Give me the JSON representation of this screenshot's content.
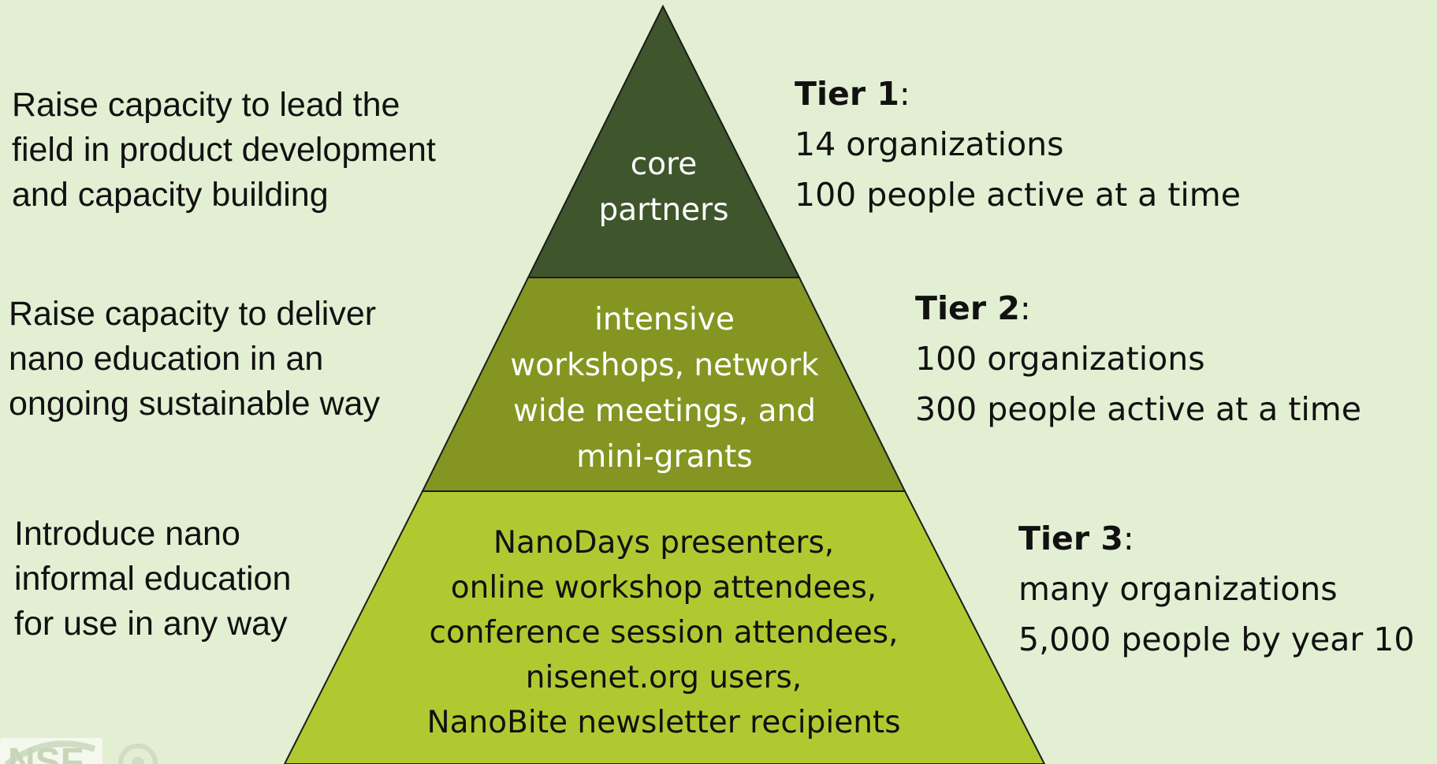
{
  "left_goals": {
    "tier1": [
      "Raise capacity to lead the",
      "field in product development",
      "and capacity building"
    ],
    "tier2": [
      "Raise capacity to deliver",
      "nano education in an",
      "ongoing sustainable way"
    ],
    "tier3": [
      "Introduce nano",
      "informal education",
      "for use in any way"
    ]
  },
  "pyramid": {
    "tier1": [
      "core",
      "partners"
    ],
    "tier2": [
      "intensive",
      "workshops, network",
      "wide meetings, and",
      "mini-grants"
    ],
    "tier3": [
      "NanoDays presenters,",
      "online workshop attendees,",
      "conference session attendees,",
      "nisenet.org users,",
      "NanoBite newsletter recipients"
    ]
  },
  "tiers": {
    "tier1": {
      "label": "Tier 1",
      "colon": ":",
      "orgs": "14 organizations",
      "people": "100 people active at a time"
    },
    "tier2": {
      "label": "Tier 2",
      "colon": ":",
      "orgs": "100 organizations",
      "people": "300 people active at a time"
    },
    "tier3": {
      "label": "Tier 3",
      "colon": ":",
      "orgs": "many organizations",
      "people": "5,000 people by year 10"
    }
  },
  "colors": {
    "background": "#e3efd3",
    "tier1_fill": "#3f552b",
    "tier2_fill": "#849521",
    "tier3_fill": "#b1c931"
  },
  "logo": {
    "text": "NSF"
  }
}
